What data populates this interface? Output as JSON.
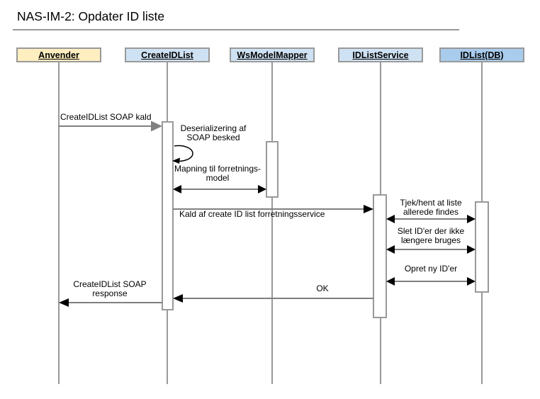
{
  "diagram": {
    "title": "NAS-IM-2: Opdater ID liste",
    "type": "uml-sequence-diagram"
  },
  "lifelines": [
    {
      "label": "Anvender",
      "kind": "actor"
    },
    {
      "label": "CreateIDList",
      "kind": "component"
    },
    {
      "label": "WsModelMapper",
      "kind": "component"
    },
    {
      "label": "IDListService",
      "kind": "component"
    },
    {
      "label": "IDList(DB)",
      "kind": "database"
    }
  ],
  "messages": [
    {
      "label": "CreateIDList SOAP kald",
      "from": "Anvender",
      "to": "CreateIDList",
      "type": "call"
    },
    {
      "label": "Deserializering af\nSOAP besked",
      "from": "CreateIDList",
      "to": "CreateIDList",
      "type": "self"
    },
    {
      "label": "Mapning til forretnings-\nmodel",
      "from": "CreateIDList",
      "to": "WsModelMapper",
      "type": "bidirectional"
    },
    {
      "label": "Kald af create ID list forretningsservice",
      "from": "CreateIDList",
      "to": "IDListService",
      "type": "call"
    },
    {
      "label": "Tjek/hent at liste\nallerede findes",
      "from": "IDListService",
      "to": "IDList(DB)",
      "type": "bidirectional"
    },
    {
      "label": "Slet ID'er der ikke\nlængere bruges",
      "from": "IDListService",
      "to": "IDList(DB)",
      "type": "bidirectional"
    },
    {
      "label": "Opret ny ID'er",
      "from": "IDListService",
      "to": "IDList(DB)",
      "type": "bidirectional"
    },
    {
      "label": "OK",
      "from": "IDListService",
      "to": "CreateIDList",
      "type": "return"
    },
    {
      "label": "CreateIDList SOAP\nresponse",
      "from": "CreateIDList",
      "to": "Anvender",
      "type": "return"
    }
  ],
  "colors": {
    "actor_fill": "#ffeec0",
    "component_fill": "#cfe2f3",
    "db_fill": "#a9cced",
    "box_border": "#999999",
    "lifeline": "#999999",
    "message_line": "#7f7f7f",
    "arrowhead_call": "#808080",
    "arrowhead": "#000000"
  }
}
